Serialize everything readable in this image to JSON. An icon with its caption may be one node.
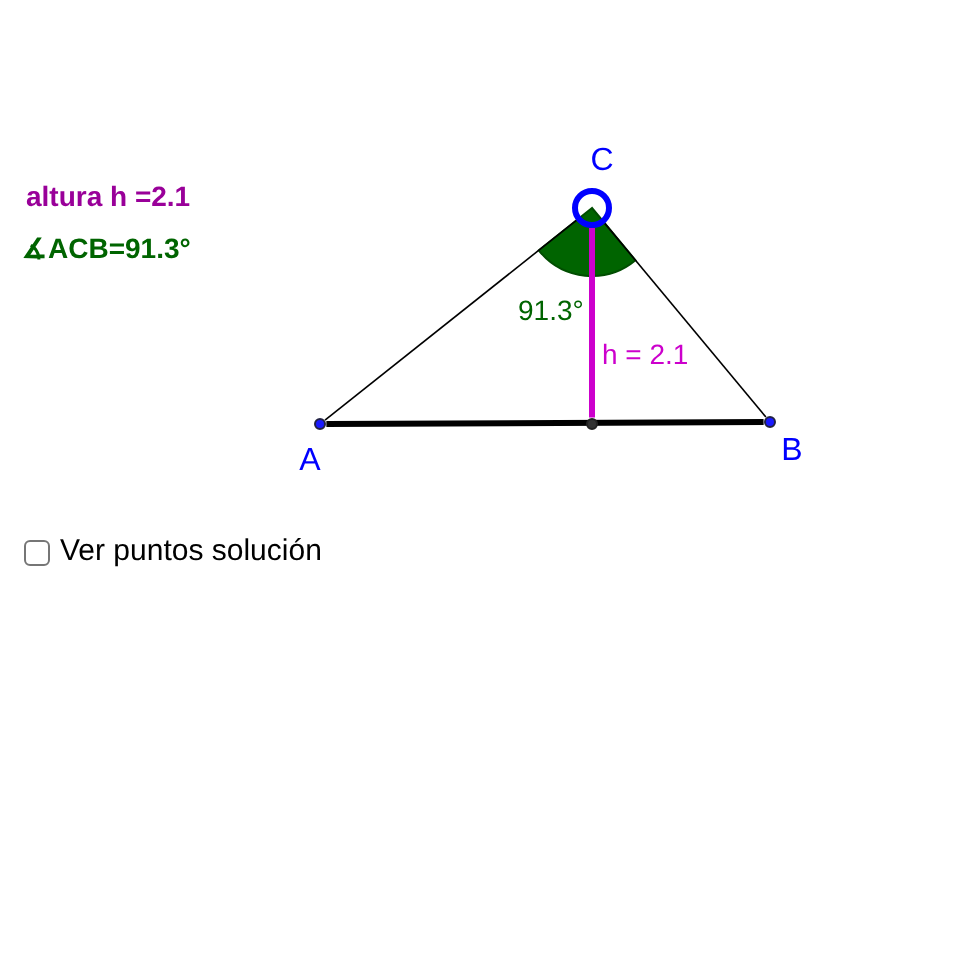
{
  "diagram": {
    "nodes": [
      {
        "text": [],
        "shape": "circle",
        "beside": [
          "C"
        ]
      },
      {
        "text": [],
        "shape": "circle",
        "beside": [
          "A"
        ]
      },
      {
        "text": [],
        "shape": "circle",
        "beside": [
          "B"
        ]
      },
      {
        "text": [],
        "shape": "circle"
      }
    ],
    "edges": [
      {
        "from": 1,
        "to": 2,
        "arrow": "none",
        "style": "thick"
      },
      {
        "from": 0,
        "to": 1,
        "arrow": "none"
      },
      {
        "from": 0,
        "to": 2,
        "arrow": "none"
      },
      {
        "from": 0,
        "to": 3,
        "arrow": "none",
        "style": "thick",
        "color": "#cc00cc",
        "label": "h = 2.1"
      }
    ],
    "labels": [
      "altura h =2.1",
      "∡ACB=91.3°",
      "91.3°",
      "Ver puntos solución"
    ]
  }
}
